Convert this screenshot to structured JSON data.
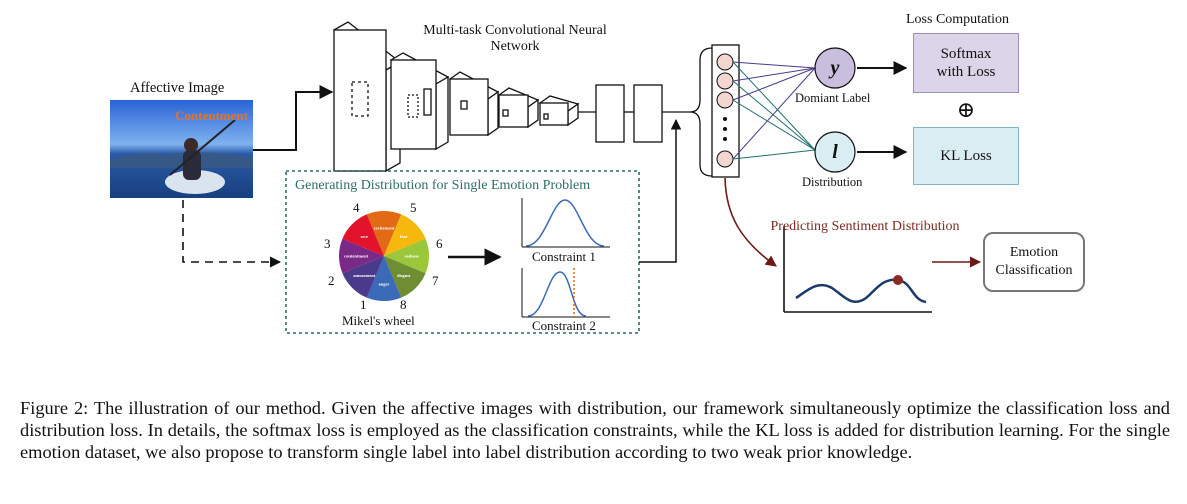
{
  "figure": {
    "affective_image": {
      "title": "Affective Image",
      "overlay": "Contentment"
    },
    "network_title": "Multi-task Convolutional Neural Network",
    "generating_box": {
      "title": "Generating Distribution for Single Emotion Problem"
    },
    "wheel": {
      "caption": "Mikel's wheel",
      "numbers": [
        "4",
        "5",
        "6",
        "7",
        "8",
        "1",
        "2",
        "3"
      ],
      "sectors": [
        {
          "label": "excitement",
          "color": "#e36a14"
        },
        {
          "label": "fear",
          "color": "#f6b80d"
        },
        {
          "label": "sadness",
          "color": "#9bc83a"
        },
        {
          "label": "disgust",
          "color": "#6f8e34"
        },
        {
          "label": "anger",
          "color": "#3b6ab8"
        },
        {
          "label": "amusement",
          "color": "#4a3a8c"
        },
        {
          "label": "contentment",
          "color": "#7a2a86"
        },
        {
          "label": "awe",
          "color": "#e2132a"
        }
      ]
    },
    "constraint1": "Constraint 1",
    "constraint2": "Constraint 2",
    "loss_computation_title": "Loss Computation",
    "dominant_label_node": "y",
    "dominant_label_text": "Domiant Label",
    "distribution_node": "l",
    "distribution_text": "Distribution",
    "softmax_box": "Softmax with Loss",
    "plus_symbol": "⊕",
    "kl_box": "KL Loss",
    "predicting_text": "Predicting Sentiment Distribution",
    "emotion_box": "Emotion Classification",
    "colors": {
      "softmax_fill": "#dcd4e8",
      "kl_fill": "#d9eef3",
      "kl_border": "#7fb4c2",
      "node_fill": "#c9bedd",
      "neuron_fill": "#f3d6cf",
      "dashed_box": "#2e6b6b",
      "brown": "#6b1a14",
      "predict_text": "#7a2a22",
      "gen_title": "#2e6b6b"
    }
  },
  "caption": "Figure 2: The illustration of our method. Given the affective images with distribution, our framework simultaneously optimize the classification loss and distribution loss. In details, the softmax loss is employed as the classification constraints, while the KL loss is added for distribution learning. For the single emotion dataset, we also propose to transform single label into label distribution according to two weak prior knowledge."
}
